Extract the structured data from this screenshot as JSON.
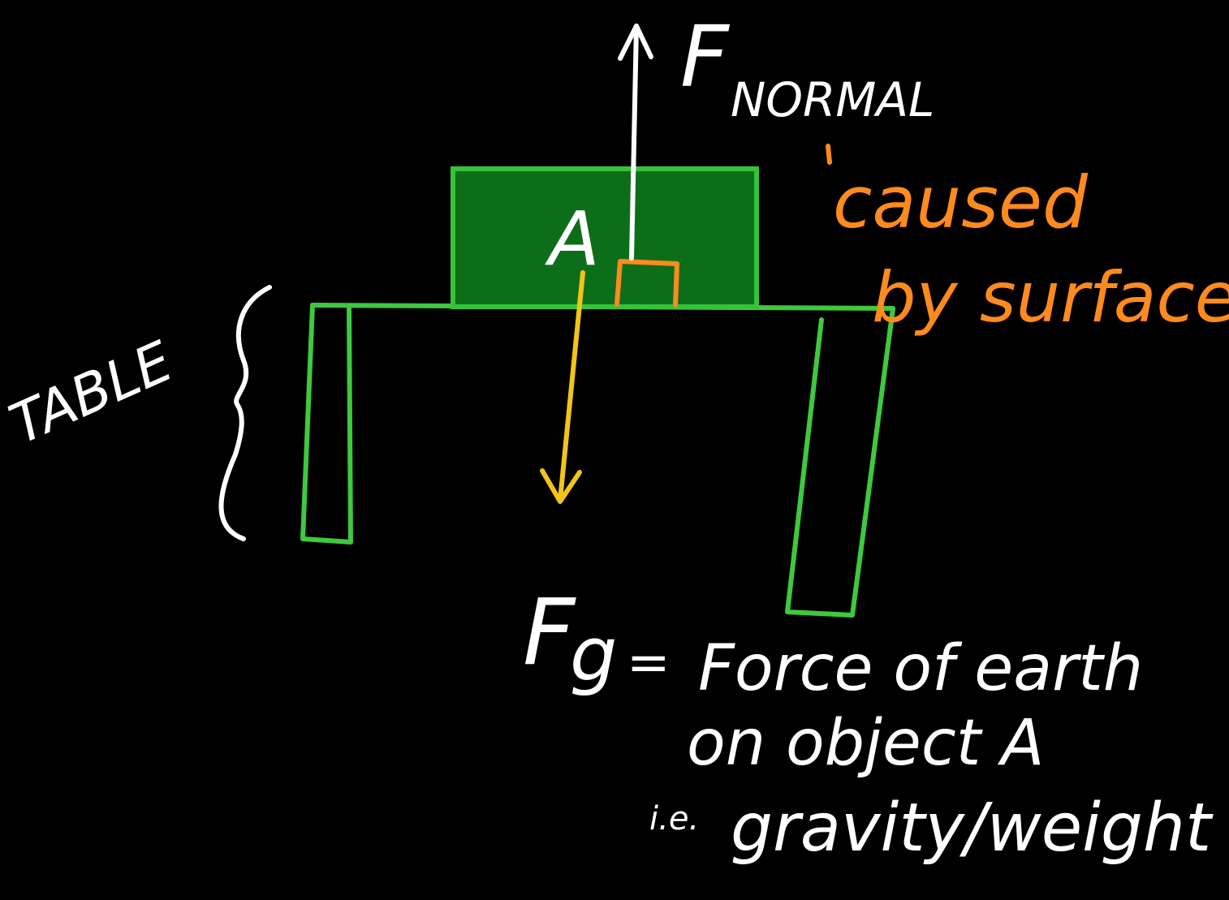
{
  "colors": {
    "background": "#000000",
    "ink": "#ffffff",
    "table": "#3ec93e",
    "block_fill": "#0d6e1a",
    "block_stroke": "#35c33a",
    "normal_annotation": "#ff8a1e",
    "gravity_arrow": "#f2c419"
  },
  "labels": {
    "table": "TABLE",
    "object": "A",
    "normal_force": {
      "symbol": "F",
      "subscript": "NORMAL",
      "caused_line1": "caused",
      "caused_line2": "by surface"
    },
    "gravity_force": {
      "symbol": "F",
      "subscript": "g",
      "equals": "=",
      "line1": "Force of earth",
      "line2": "on object A",
      "ie": "i.e.",
      "line3": "gravity/weight"
    }
  }
}
